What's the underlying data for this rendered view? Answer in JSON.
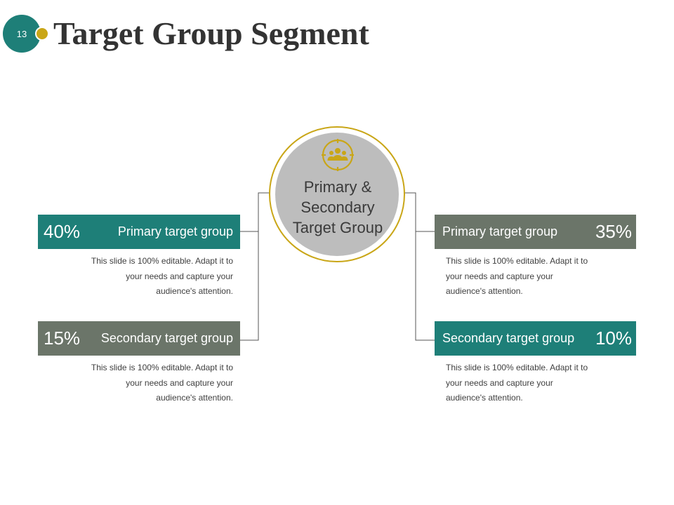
{
  "slide": {
    "number": "13",
    "title": "Target Group Segment"
  },
  "center": {
    "icon": "group-target-icon",
    "lines": [
      "Primary &",
      "Secondary",
      "Target Group"
    ]
  },
  "colors": {
    "teal": "#1e7f78",
    "gray": "#6b7569",
    "gold": "#c9a617",
    "circle": "#bdbdbd"
  },
  "segments": [
    {
      "percent": "40%",
      "label": "Primary target group",
      "description": [
        "This slide is 100% editable. Adapt it to",
        "your needs and capture your",
        "audience's attention."
      ]
    },
    {
      "percent": "15%",
      "label": "Secondary target group",
      "description": [
        "This slide is 100% editable. Adapt it to",
        "your needs and capture your",
        "audience's attention."
      ]
    },
    {
      "percent": "35%",
      "label": "Primary target group",
      "description": [
        "This slide is 100% editable. Adapt it to",
        "your needs and capture your",
        "audience's attention."
      ]
    },
    {
      "percent": "10%",
      "label": "Secondary target group",
      "description": [
        "This slide is 100% editable. Adapt it to",
        "your needs and capture your",
        "audience's attention."
      ]
    }
  ]
}
